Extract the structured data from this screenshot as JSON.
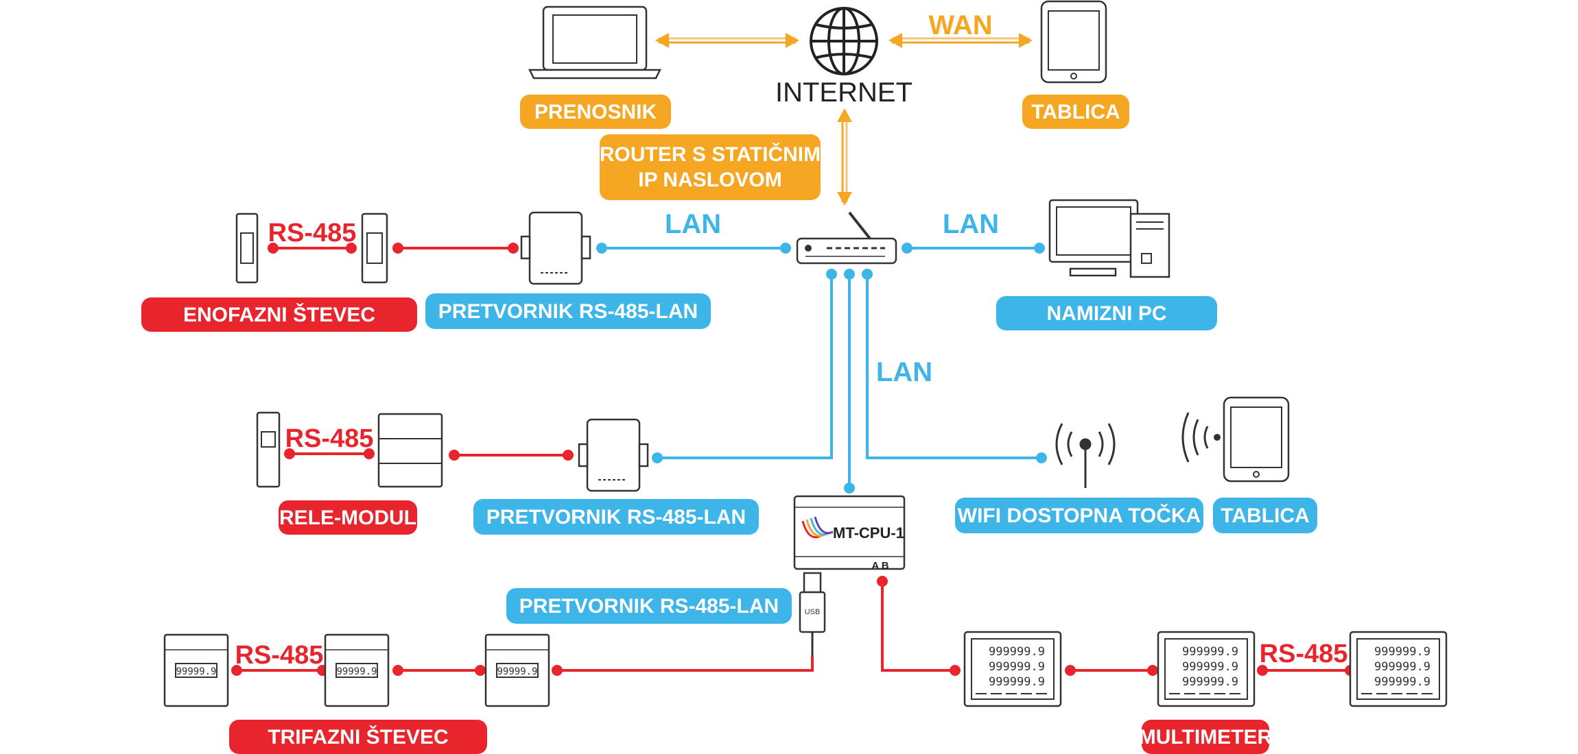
{
  "colors": {
    "orange": "#f5a623",
    "orange_light": "#f7c27a",
    "blue": "#3db5e8",
    "red": "#e8242c"
  },
  "labels": {
    "prenosnik": "PRENOSNIK",
    "internet": "INTERNET",
    "wan": "WAN",
    "tablica_top": "TABLICA",
    "router_line1": "ROUTER S STATIČNIM",
    "router_line2": "IP NASLOVOM",
    "enofazni": "ENOFAZNI ŠTEVEC",
    "pretvornik1": "PRETVORNIK RS-485-LAN",
    "namizni": "NAMIZNI PC",
    "rele": "RELE-MODUL",
    "pretvornik2": "PRETVORNIK RS-485-LAN",
    "wifi": "WIFI DOSTOPNA TOČKA",
    "tablica_mid": "TABLICA",
    "pretvornik3": "PRETVORNIK RS-485-LAN",
    "trifazni": "TRIFAZNI ŠTEVEC",
    "multimeter": "MULTIMETER",
    "cpu": "MT-CPU-1",
    "cpu_ab": "A B",
    "usb": "USB"
  },
  "wire_labels": {
    "rs485": "RS-485",
    "lan": "LAN"
  },
  "display": {
    "meter_value": "99999.9",
    "multimeter_value": "999999.9"
  }
}
